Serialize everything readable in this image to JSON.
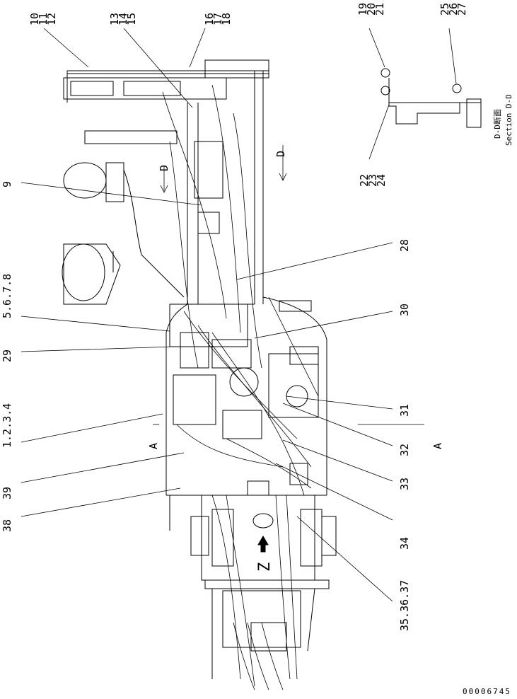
{
  "callouts": [
    {
      "id": "c10",
      "text": "10"
    },
    {
      "id": "c11",
      "text": "11"
    },
    {
      "id": "c12",
      "text": "12"
    },
    {
      "id": "c13",
      "text": "13"
    },
    {
      "id": "c14",
      "text": "14"
    },
    {
      "id": "c15",
      "text": "15"
    },
    {
      "id": "c16",
      "text": "16"
    },
    {
      "id": "c17",
      "text": "17"
    },
    {
      "id": "c18",
      "text": "18"
    },
    {
      "id": "c19",
      "text": "19"
    },
    {
      "id": "c20",
      "text": "20"
    },
    {
      "id": "c21",
      "text": "21"
    },
    {
      "id": "c25",
      "text": "25"
    },
    {
      "id": "c26",
      "text": "26"
    },
    {
      "id": "c27",
      "text": "27"
    },
    {
      "id": "c22",
      "text": "22"
    },
    {
      "id": "c23",
      "text": "23"
    },
    {
      "id": "c24",
      "text": "24"
    },
    {
      "id": "c9",
      "text": "9"
    },
    {
      "id": "c5678",
      "text": "5.6.7.8"
    },
    {
      "id": "c29",
      "text": "29"
    },
    {
      "id": "c1234",
      "text": "1.2.3.4"
    },
    {
      "id": "c39",
      "text": "39"
    },
    {
      "id": "c38",
      "text": "38"
    },
    {
      "id": "c28",
      "text": "28"
    },
    {
      "id": "c30",
      "text": "30"
    },
    {
      "id": "c31",
      "text": "31"
    },
    {
      "id": "c32",
      "text": "32"
    },
    {
      "id": "c33",
      "text": "33"
    },
    {
      "id": "c34",
      "text": "34"
    },
    {
      "id": "c353637",
      "text": "35.36.37"
    }
  ],
  "section_title_jp": "D-D断面",
  "section_title_en": "Section D-D",
  "section_marks": {
    "d": "D",
    "a": "A"
  },
  "view_mark": "Z",
  "doc_number": "00006745"
}
